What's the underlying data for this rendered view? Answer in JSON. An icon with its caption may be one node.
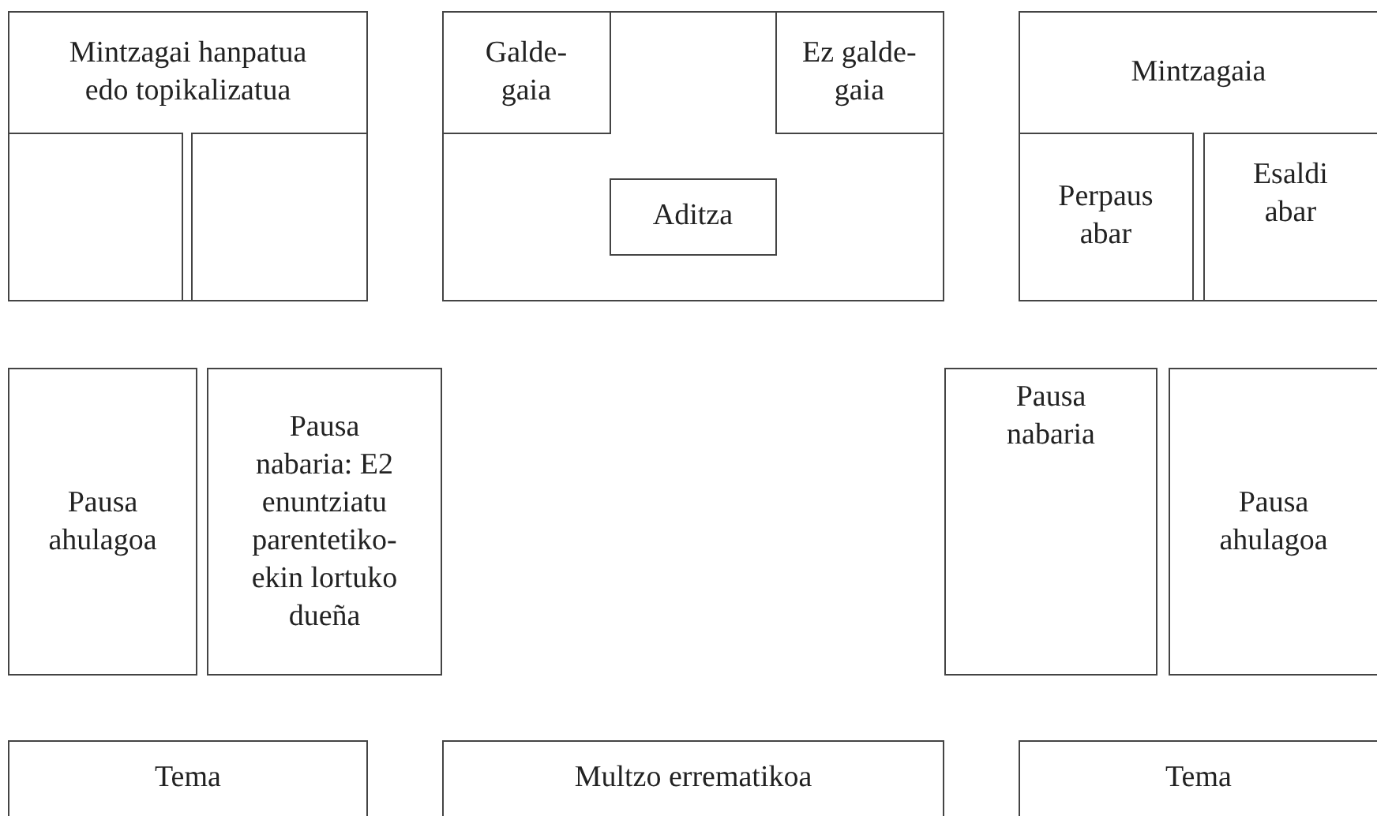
{
  "diagram": {
    "nodes": [
      {
        "text": [
          "Mintzagai hanpatua edo topikalizatua"
        ]
      },
      {
        "text": [],
        "shape": "box",
        "in": 0
      },
      {
        "text": [],
        "shape": "box",
        "in": 0
      },
      {
        "text": [],
        "shape": "box"
      },
      {
        "text": [
          "Galde-gaia"
        ],
        "in": 3
      },
      {
        "text": [
          "Ez galde-gaia"
        ],
        "in": 3
      },
      {
        "text": [
          "Aditza"
        ],
        "in": 3
      },
      {
        "text": [
          "Mintzagaia"
        ]
      },
      {
        "text": [
          "Perpaus abar"
        ],
        "in": 7
      },
      {
        "text": [
          "Esaldi abar"
        ],
        "in": 7
      },
      {
        "text": [
          "Pausa ahulagoa"
        ]
      },
      {
        "text": [
          "Pausa nabaria: E2 enuntziatu parentetiko-ekin lortuko dueña"
        ]
      },
      {
        "text": [
          "Pausa nabaria"
        ]
      },
      {
        "text": [
          "Pausa ahulagoa"
        ]
      },
      {
        "text": [
          "Tema"
        ]
      },
      {
        "text": [
          "Multzo errematikoa"
        ]
      },
      {
        "text": [
          "Tema"
        ]
      }
    ]
  }
}
